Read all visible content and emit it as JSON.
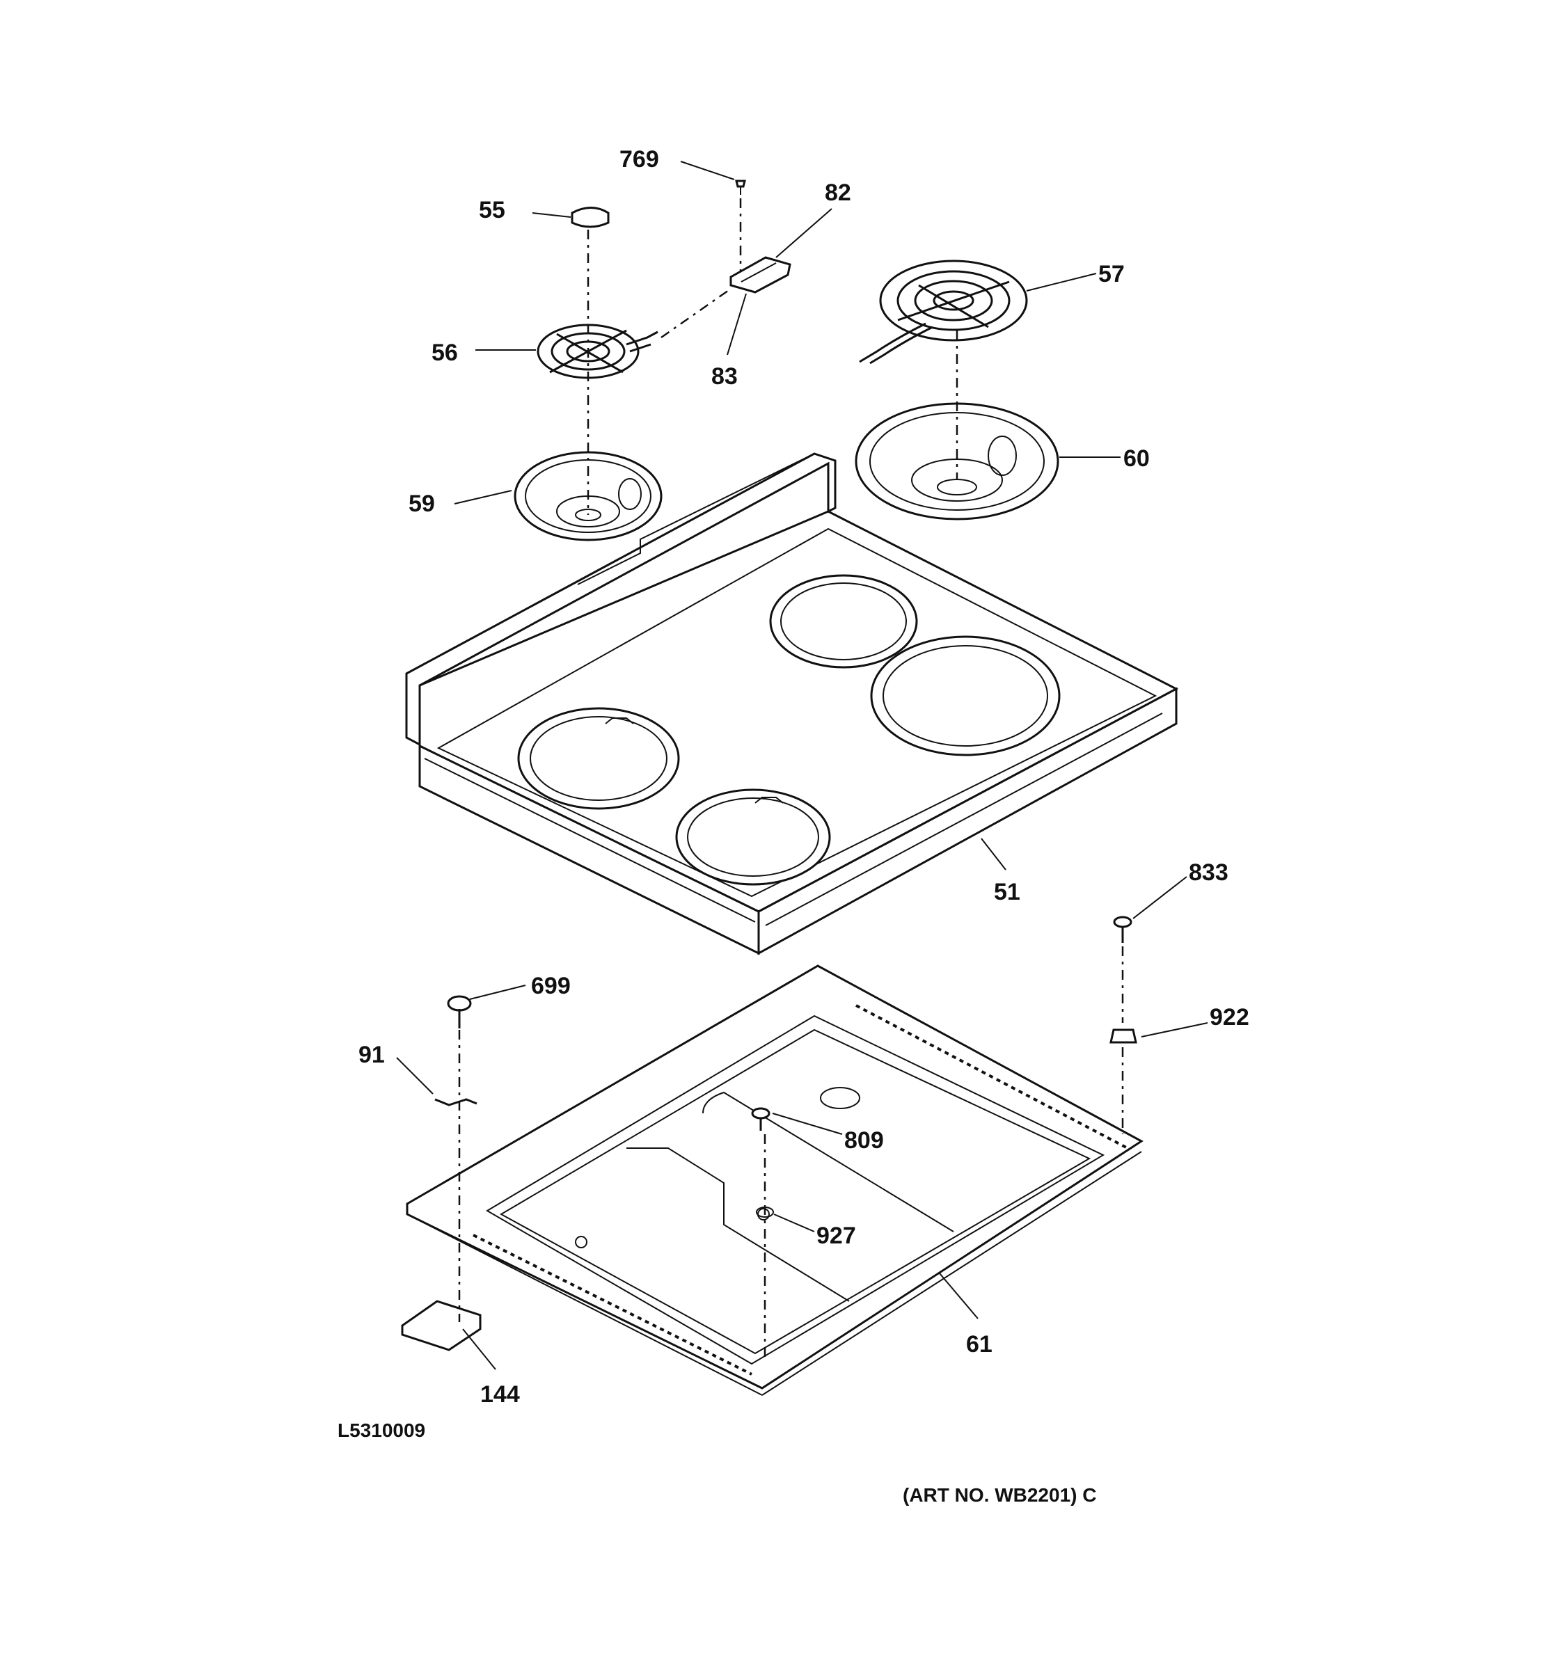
{
  "diagram": {
    "colors": {
      "ink": "#111111",
      "paper": "#ffffff"
    },
    "parts": {
      "p769": "769",
      "p82": "82",
      "p55": "55",
      "p57": "57",
      "p56": "56",
      "p83": "83",
      "p60": "60",
      "p59": "59",
      "p51": "51",
      "p833": "833",
      "p699": "699",
      "p922": "922",
      "p91": "91",
      "p809": "809",
      "p927": "927",
      "p61": "61",
      "p144": "144"
    },
    "drawing_id": "L5310009",
    "art_number": "(ART NO. WB2201) C"
  }
}
